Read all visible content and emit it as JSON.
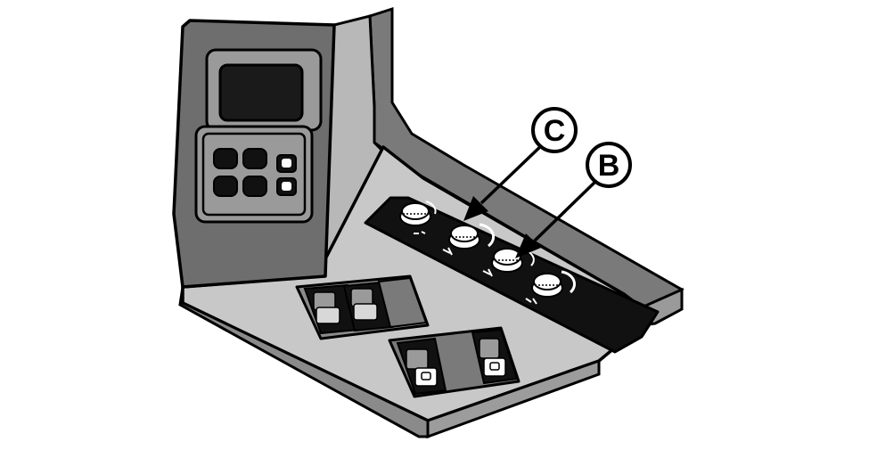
{
  "diagram": {
    "callouts": [
      {
        "id": "C",
        "label": "C",
        "target": "lower-left-knob"
      },
      {
        "id": "B",
        "label": "B",
        "target": "middle-knob"
      }
    ],
    "components": {
      "display_panel": {
        "screen": "lcd-screen",
        "keypad_buttons": 4,
        "indicator_buttons": 2
      },
      "knob_strip": {
        "knobs": 4
      },
      "rocker_switch_groups": [
        {
          "name": "front-switch-group",
          "switches": 2,
          "blank_slots": 1
        },
        {
          "name": "rear-switch-group",
          "switches": 2,
          "blank_slots": 1
        }
      ]
    },
    "colors": {
      "outline": "#000000",
      "dark_gray": "#6e6e6e",
      "mid_gray": "#9a9a9a",
      "light_gray": "#c8c8c8",
      "panel_black": "#111111",
      "white": "#ffffff"
    }
  }
}
